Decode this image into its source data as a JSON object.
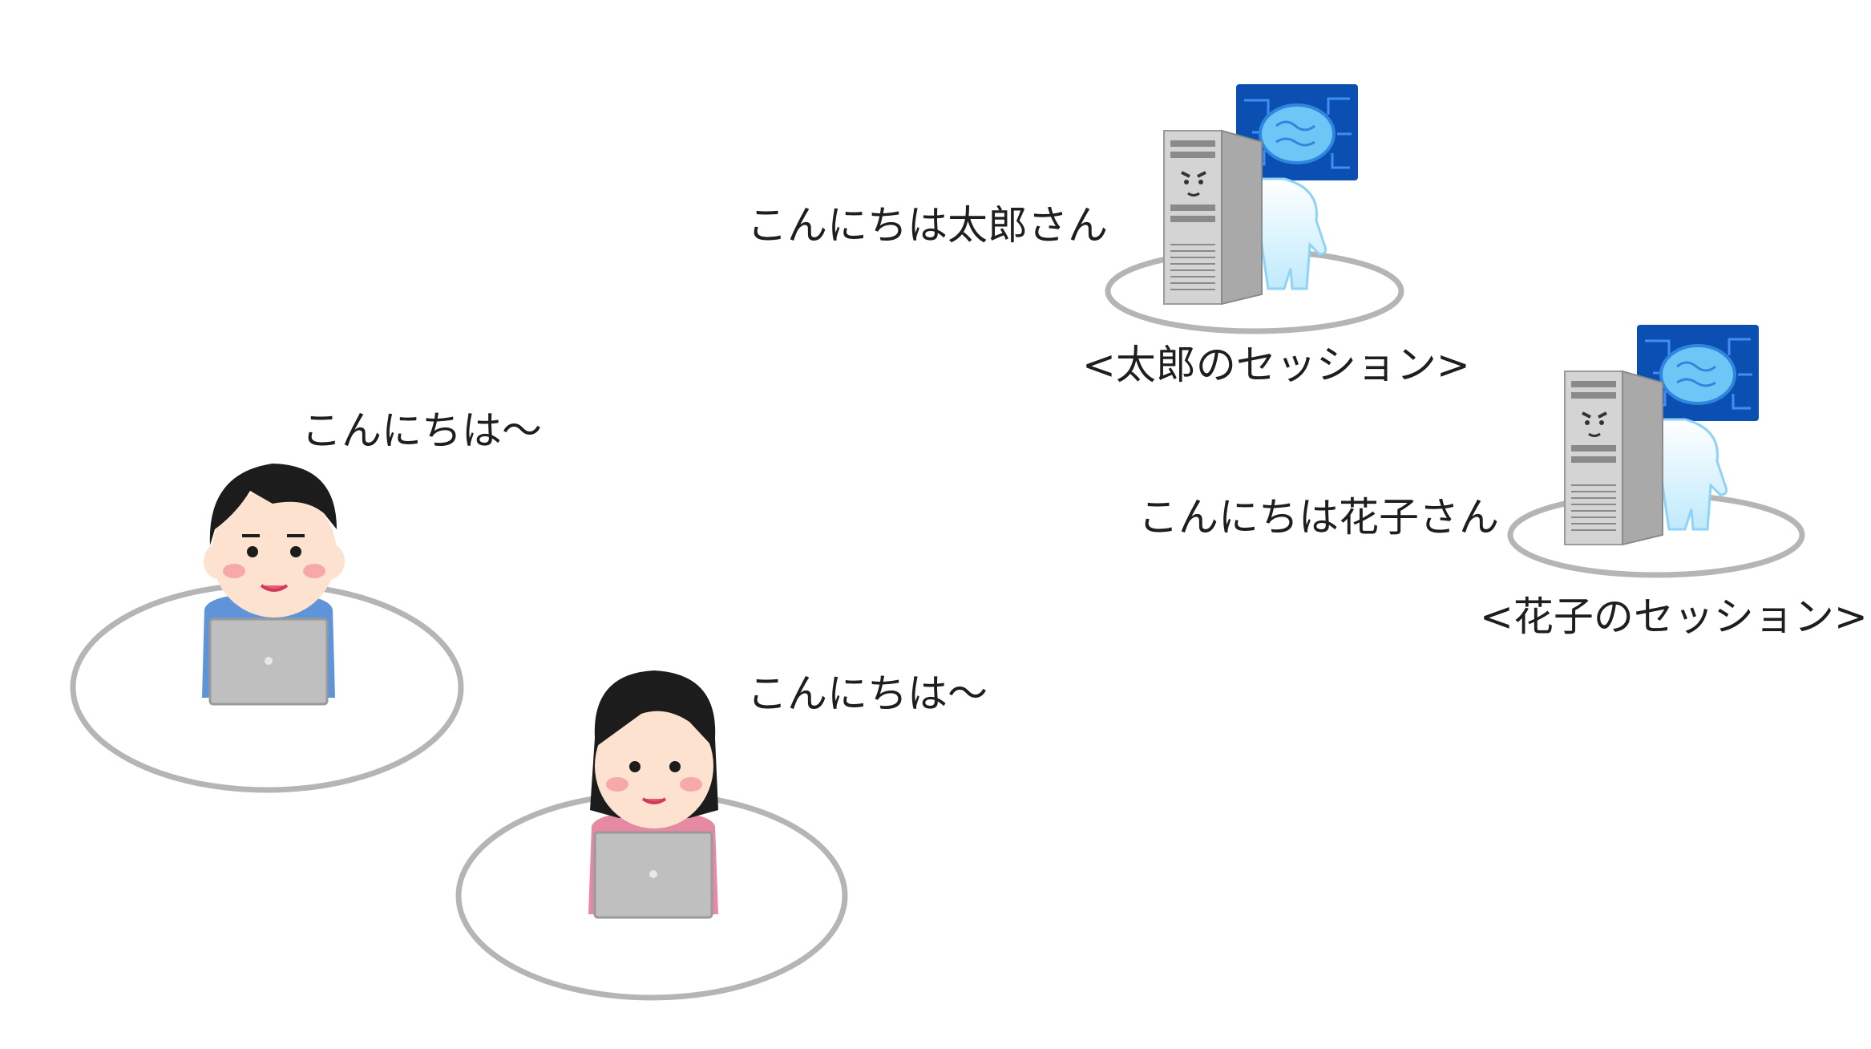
{
  "labels": {
    "server_taro_greeting": "こんにちは太郎さん",
    "server_taro_session": "<太郎のセッション>",
    "boy_greeting": "こんにちは〜",
    "server_hanako_greeting": "こんにちは花子さん",
    "server_hanako_session": "<花子のセッション>",
    "girl_greeting": "こんにちは〜"
  },
  "colors": {
    "ring": "#b5b5b5",
    "text": "#1e1e1e",
    "server_body": "#d4d4d4",
    "server_side": "#a9a9a9",
    "ai_panel": "#0b4fb3",
    "ai_glow": "#cdeefc",
    "skin": "#fde3cf",
    "cheek": "#f7a9a9",
    "hair": "#1c1c1c",
    "boy_shirt": "#5f95d8",
    "girl_shirt": "#e68aa4",
    "laptop": "#bfbfbf"
  },
  "icons": {
    "server": "ai-server-brain-icon",
    "boy": "boy-with-laptop-icon",
    "girl": "girl-with-laptop-icon"
  }
}
